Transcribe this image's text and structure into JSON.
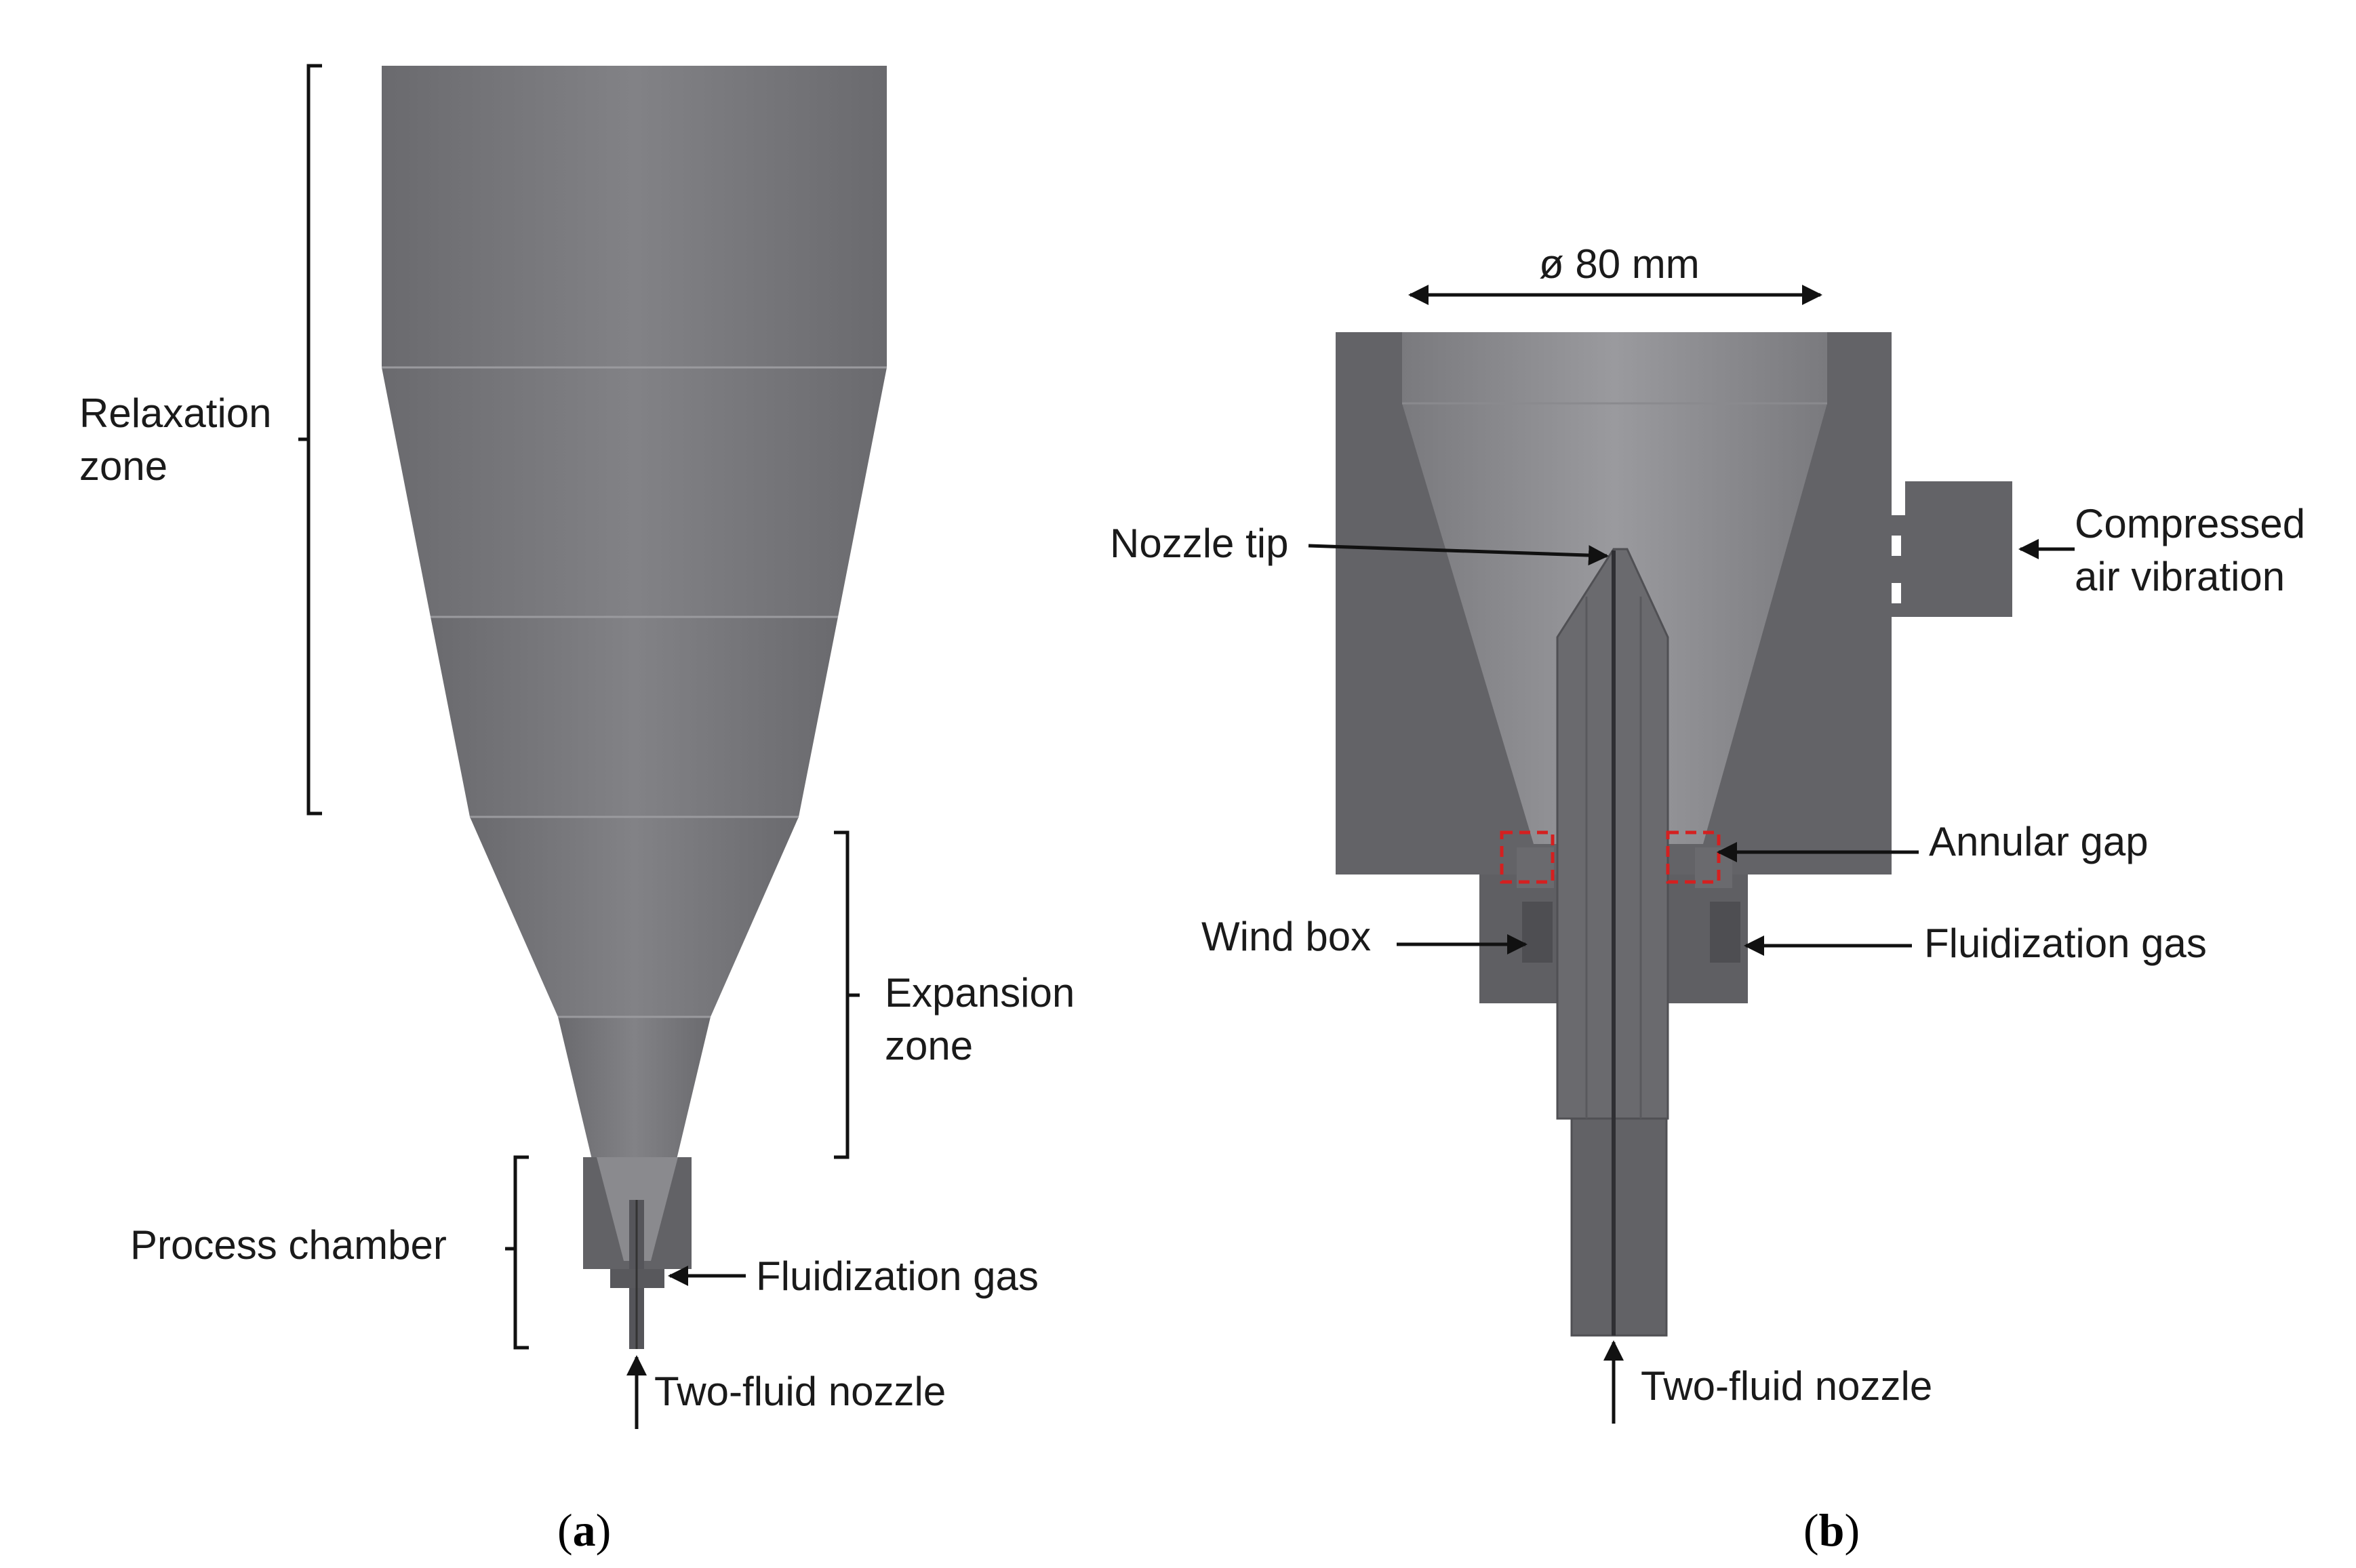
{
  "panel_a": {
    "relaxation_zone": [
      "Relaxation",
      "zone"
    ],
    "expansion_zone": [
      "Expansion",
      "zone"
    ],
    "process_chamber": "Process chamber",
    "fluidization_gas": "Fluidization gas",
    "two_fluid_nozzle": "Two-fluid nozzle",
    "caption": {
      "open": "(",
      "letter": "a",
      "close": ")"
    }
  },
  "panel_b": {
    "diameter": "ø 80 mm",
    "nozzle_tip": "Nozzle tip",
    "compressed_air_vibration": [
      "Compressed",
      "air vibration"
    ],
    "annular_gap": "Annular gap",
    "wind_box": "Wind box",
    "fluidization_gas": "Fluidization gas",
    "two_fluid_nozzle": "Two-fluid nozzle",
    "caption": {
      "open": "(",
      "letter": "b",
      "close": ")"
    }
  },
  "colors": {
    "body": "#6e6e72",
    "body_light": "#88888c",
    "body_dark": "#58585c",
    "section": "#626266",
    "line": "#111111",
    "highlight_box": "#d42020"
  }
}
